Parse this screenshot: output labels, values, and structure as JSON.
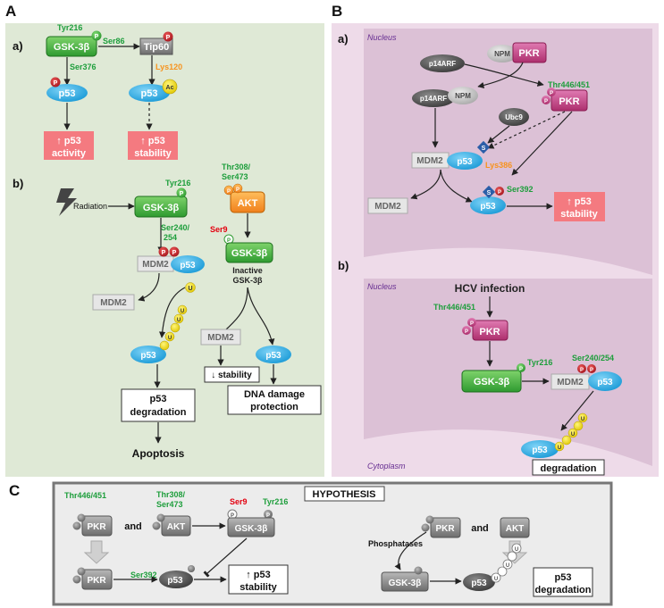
{
  "panels": {
    "A": "A",
    "B": "B",
    "C": "C"
  },
  "sub": {
    "a": "a)",
    "b": "b)"
  },
  "A": {
    "a": {
      "tyr216": "Tyr216",
      "gsk": "GSK-3β",
      "ser86": "Ser86",
      "tip60": "Tip60",
      "ser376": "Ser376",
      "lys120": "Lys120",
      "ac": "Ac",
      "p53": "p53",
      "P": "P",
      "box1_line1": "↑ p53",
      "box1_line2": "activity",
      "box2_line1": "↑ p53",
      "box2_line2": "stability"
    },
    "b": {
      "radiation": "Radiation",
      "gsk": "GSK-3β",
      "tyr216": "Tyr216",
      "ser240": "Ser240/",
      "ser254": "254",
      "mdm2": "MDM2",
      "p53": "p53",
      "U": "U",
      "P": "P",
      "deg_line1": "p53",
      "deg_line2": "degradation",
      "apoptosis": "Apoptosis",
      "thr308": "Thr308/",
      "ser473": "Ser473",
      "akt": "AKT",
      "ser9": "Ser9",
      "inactive1": "Inactive",
      "inactive2": "GSK-3β",
      "stability": "↓ stability",
      "dna1": "DNA damage",
      "dna2": "protection"
    }
  },
  "B": {
    "a": {
      "nucleus": "Nucleus",
      "npm": "NPM",
      "pkr": "PKR",
      "p14": "p14ARF",
      "thr446": "Thr446/451",
      "ubc9": "Ubc9",
      "mdm2": "MDM2",
      "p53": "p53",
      "S": "S",
      "P": "P",
      "lys386": "Lys386",
      "ser392": "Ser392",
      "box_line1": "↑ p53",
      "box_line2": "stability"
    },
    "b": {
      "nucleus": "Nucleus",
      "hcv": "HCV infection",
      "thr446": "Thr446/451",
      "pkr": "PKR",
      "tyr216": "Tyr216",
      "ser240": "Ser240/254",
      "gsk": "GSK-3β",
      "mdm2": "MDM2",
      "p53": "p53",
      "U": "U",
      "P": "P",
      "degradation": "degradation",
      "cytoplasm": "Cytoplasm"
    }
  },
  "C": {
    "title": "HYPOTHESIS",
    "thr446": "Thr446/451",
    "thr308": "Thr308/",
    "ser473": "Ser473",
    "ser9": "Ser9",
    "tyr216": "Tyr216",
    "pkr": "PKR",
    "and": "and",
    "akt": "AKT",
    "gsk": "GSK-3β",
    "ser392": "Ser392",
    "p53": "p53",
    "stab_line1": "↑ p53",
    "stab_line2": "stability",
    "phosphatases": "Phosphatases",
    "deg_line1": "p53",
    "deg_line2": "degradation",
    "P": "P",
    "U": "U"
  },
  "colors": {
    "panelA_bg": "#dfe9d6",
    "panelB_bg": "#eedbe9",
    "nucleus": "#dcc1d6",
    "gsk_green": "#3aaa35",
    "p53_blue": "#29abe2",
    "pkr_pink": "#c2407f",
    "akt_orange": "#f7941d",
    "phospho_red": "#c1272d",
    "pink_box": "#f47a80",
    "ubiquitin_yellow": "#f7e017",
    "site_green": "#1e9e3c",
    "lys_orange": "#f7931e",
    "ser9_red": "#e3000f",
    "grey_node": "#7a7a7a"
  }
}
